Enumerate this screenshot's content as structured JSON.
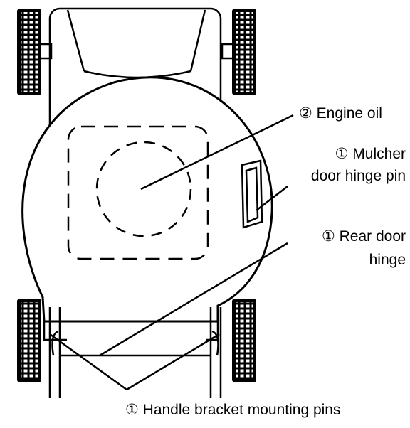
{
  "labels": {
    "engine_oil": "② Engine oil",
    "mulcher_line1": "① Mulcher",
    "mulcher_line2": "door hinge pin",
    "rear_door_line1": "① Rear door",
    "rear_door_line2": "hinge",
    "handle_bracket": "① Handle bracket mounting pins"
  },
  "colors": {
    "ink": "#000000",
    "paper": "#ffffff"
  }
}
